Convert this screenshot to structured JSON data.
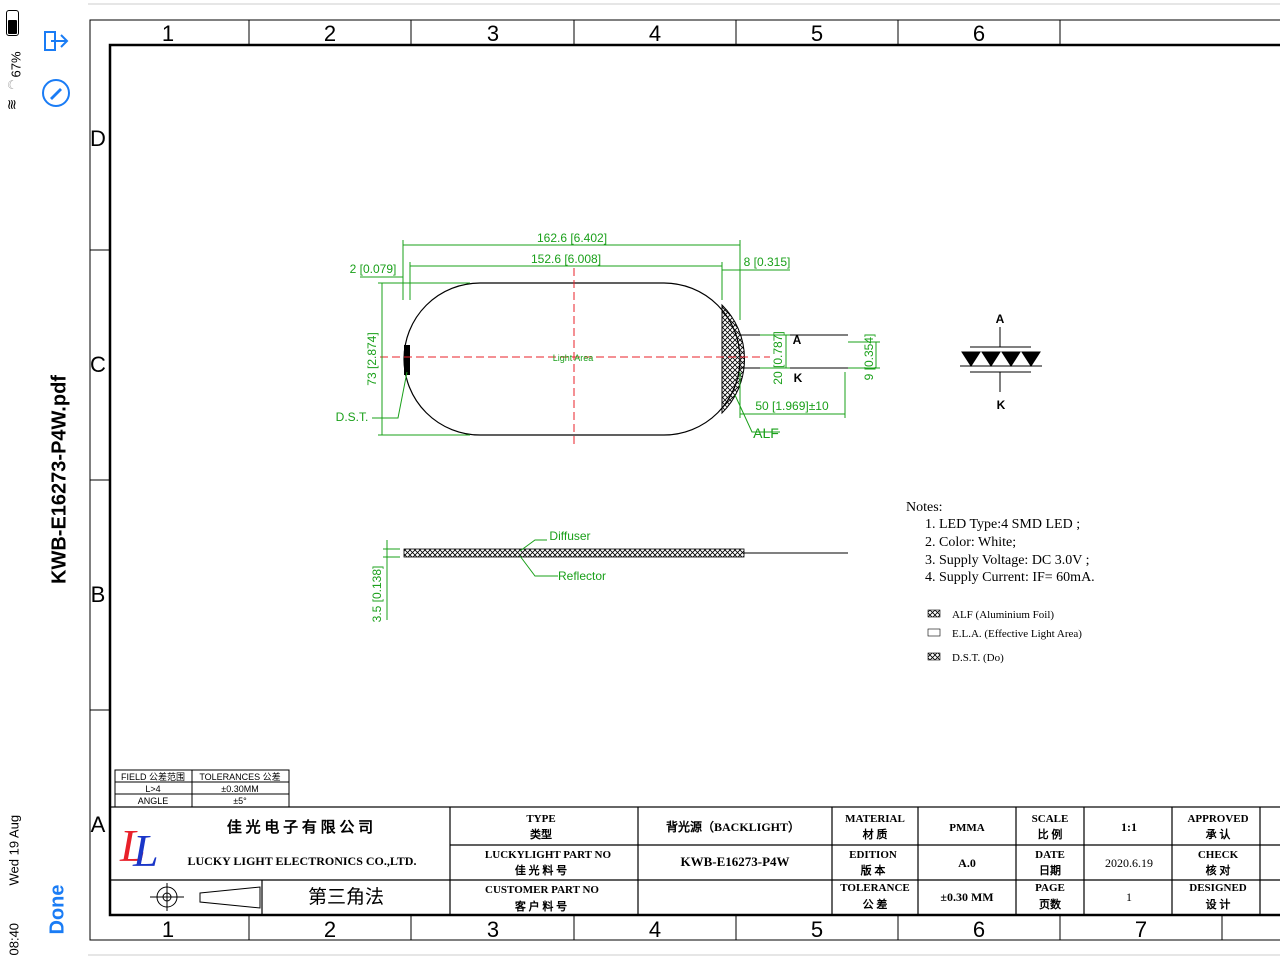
{
  "status": {
    "time": "08:40",
    "date": "Wed 19 Aug",
    "battery": "67%"
  },
  "viewer": {
    "title": "KWB-E16273-P4W.pdf",
    "done": "Done",
    "accent": "#1a7cf5"
  },
  "frame": {
    "cols_top": [
      "1",
      "2",
      "3",
      "4",
      "5",
      "6"
    ],
    "cols_bottom": [
      "1",
      "2",
      "3",
      "4",
      "5",
      "6",
      "7"
    ],
    "rows": [
      "D",
      "C",
      "B",
      "A"
    ]
  },
  "dims": {
    "d1": "162.6 [6.402]",
    "d2": "152.6 [6.008]",
    "d3": "2 [0.079]",
    "d4": "8 [0.315]",
    "d5": "73 [2.874]",
    "d6": "20 [0.787]",
    "d7": "9 [0.354]",
    "d8": "50 [1.969]±10",
    "dst": "D.S.T.",
    "alf": "ALF",
    "light": "Light Area",
    "pinA": "A",
    "pinK": "K",
    "diffuser": "Diffuser",
    "reflector": "Reflector",
    "thick": "3.5 [0.138]"
  },
  "schematic": {
    "a": "A",
    "k": "K"
  },
  "notes": {
    "title": "Notes:",
    "items": [
      "1. LED Type:4 SMD LED ;",
      "2. Color: White;",
      "3. Supply Voltage: DC 3.0V ;",
      "4. Supply Current: IF= 60mA."
    ],
    "legend": [
      "ALF (Aluminium Foil)",
      "E.L.A. (Effective Light Area)",
      "D.S.T. (Do)"
    ]
  },
  "tolerance": {
    "h1": "FIELD 公差范围",
    "h2": "TOLERANCES 公差",
    "r1a": "L>4",
    "r1b": "±0.30MM",
    "r2a": "ANGLE",
    "r2b": "±5°"
  },
  "titleblock": {
    "company_cn": "佳 光 电 子 有 限 公 司",
    "company_en": "LUCKY LIGHT ELECTRONICS CO.,LTD.",
    "projection": "第三角法",
    "type_label": "TYPE",
    "type_label_cn": "类型",
    "type_value": "背光源（BACKLIGHT）",
    "part_label": "LUCKYLIGHT PART NO",
    "part_label_cn": "佳 光 料 号",
    "part_value": "KWB-E16273-P4W",
    "cust_label": "CUSTOMER PART NO",
    "cust_label_cn": "客 户 料 号",
    "cust_value": "",
    "mat_label": "MATERIAL",
    "mat_label_cn": "材 质",
    "mat_value": "PMMA",
    "ed_label": "EDITION",
    "ed_label_cn": "版 本",
    "ed_value": "A.0",
    "tol_label": "TOLERANCE",
    "tol_label_cn": "公 差",
    "tol_value": "±0.30 MM",
    "scale_label": "SCALE",
    "scale_label_cn": "比 例",
    "scale_value": "1:1",
    "date_label": "DATE",
    "date_label_cn": "日期",
    "date_value": "2020.6.19",
    "page_label": "PAGE",
    "page_label_cn": "页数",
    "page_value": "1",
    "appr_label": "APPROVED",
    "appr_label_cn": "承 认",
    "check_label": "CHECK",
    "check_label_cn": "核 对",
    "design_label": "DESIGNED",
    "design_label_cn": "设 计"
  },
  "colors": {
    "dim": "#1aa01a",
    "center": "#e8202a",
    "line": "#000000"
  }
}
